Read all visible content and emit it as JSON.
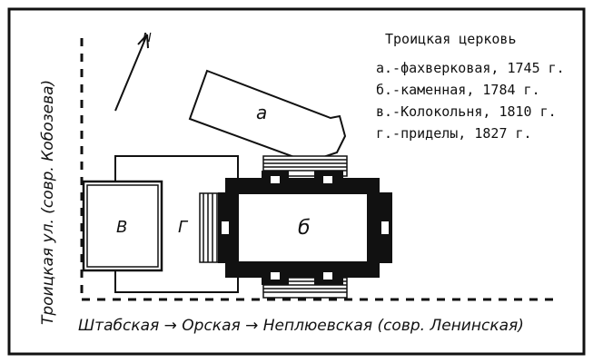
{
  "legend": {
    "title": "Троицкая церковь",
    "items": [
      "а.-фахверковая, 1745 г.",
      "б.-каменная, 1784 г.",
      "в.-Колокольня, 1810 г.",
      "г.-приделы, 1827 г."
    ]
  },
  "labels": {
    "a": "а",
    "b": "б",
    "v": "В",
    "g": "Г",
    "north": "N"
  },
  "streets": {
    "side": "Троицкая ул. (совр. Кобозева)",
    "bottom": "Штабская → Орская → Неплюевская (совр. Ленинская)"
  }
}
